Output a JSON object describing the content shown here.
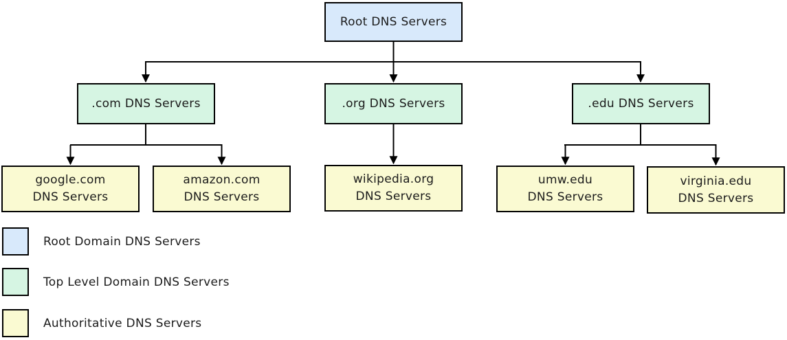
{
  "colors": {
    "root_fill": "#d8e9fb",
    "tld_fill": "#d6f5e3",
    "authoritative_fill": "#fafad2",
    "border": "#000000",
    "background": "#ffffff"
  },
  "diagram": {
    "root": {
      "label": "Root DNS Servers"
    },
    "tld": [
      {
        "label": ".com DNS Servers"
      },
      {
        "label": ".org DNS Servers"
      },
      {
        "label": ".edu DNS Servers"
      }
    ],
    "authoritative": [
      {
        "label": "google.com\nDNS Servers"
      },
      {
        "label": "amazon.com\nDNS Servers"
      },
      {
        "label": "wikipedia.org\nDNS Servers"
      },
      {
        "label": "umw.edu\nDNS Servers"
      },
      {
        "label": "virginia.edu\nDNS Servers"
      }
    ]
  },
  "legend": {
    "items": [
      {
        "label": "Root Domain DNS Servers",
        "color": "#d8e9fb"
      },
      {
        "label": "Top Level Domain DNS Servers",
        "color": "#d6f5e3"
      },
      {
        "label": "Authoritative DNS Servers",
        "color": "#fafad2"
      }
    ]
  }
}
